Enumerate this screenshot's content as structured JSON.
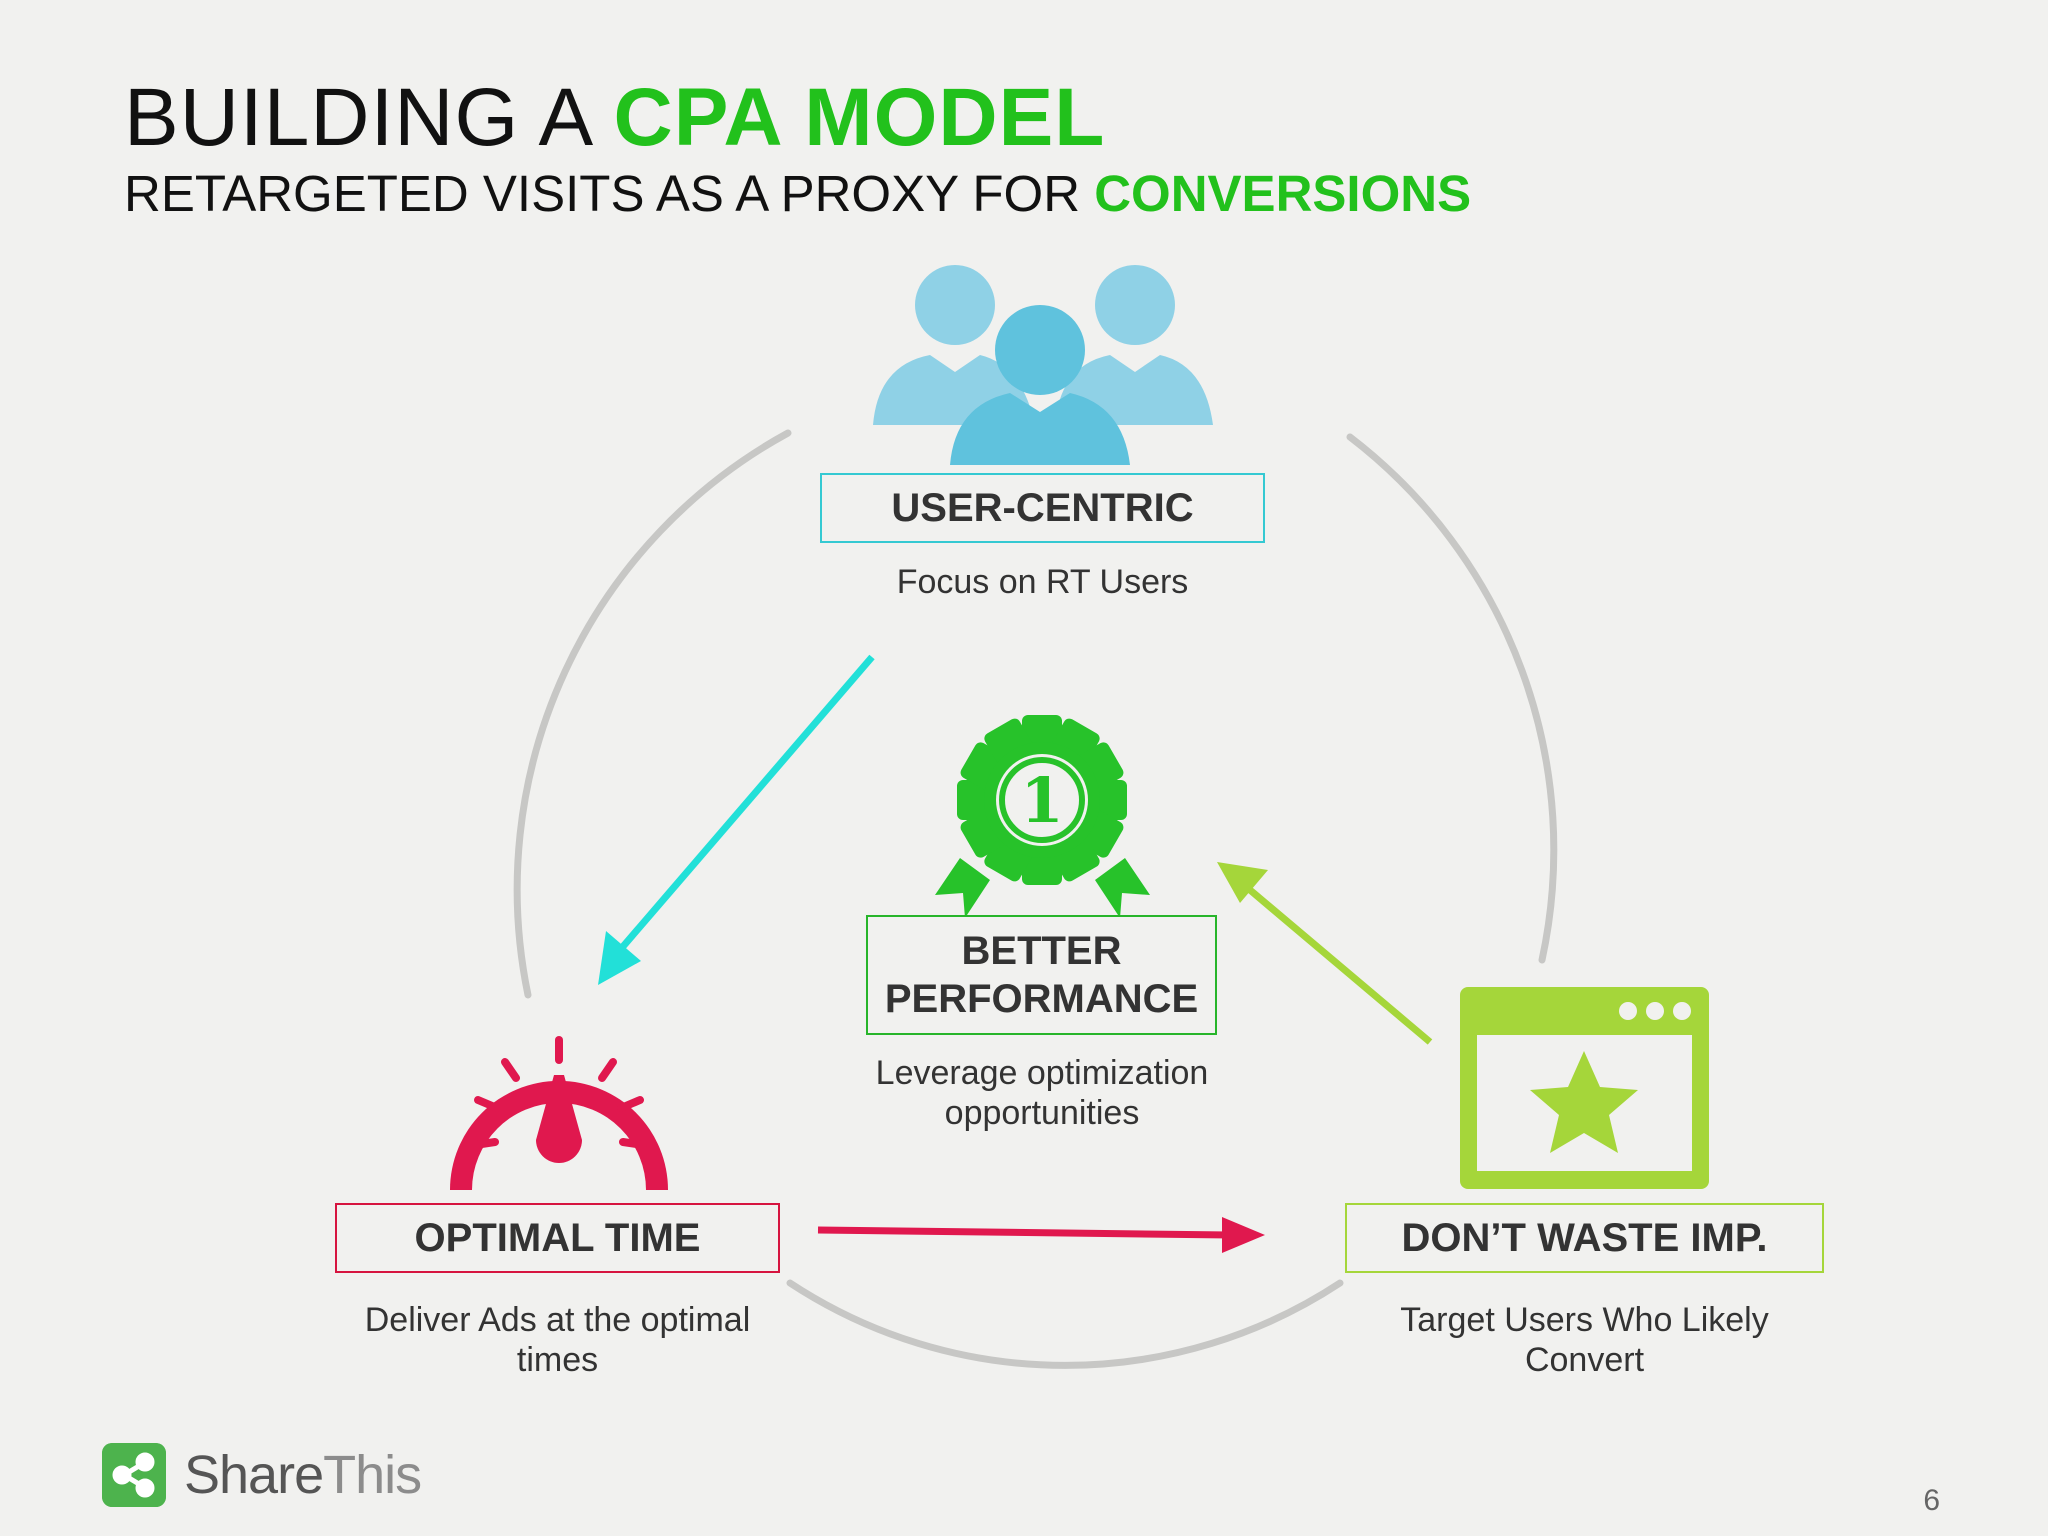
{
  "title": {
    "prefix": "BUILDING A ",
    "highlight": "CPA MODEL"
  },
  "subtitle": {
    "prefix": "RETARGETED VISITS AS A PROXY FOR ",
    "highlight": "CONVERSIONS"
  },
  "nodes": {
    "user_centric": {
      "label": "USER-CENTRIC",
      "description": "Focus on RT Users",
      "color": "#35c9d2"
    },
    "better_performance": {
      "label_line1": "BETTER",
      "label_line2": "PERFORMANCE",
      "description_line1": "Leverage optimization",
      "description_line2": "opportunities",
      "color": "#27b52a",
      "badge_number": "1"
    },
    "optimal_time": {
      "label": "OPTIMAL TIME",
      "description_line1": "Deliver Ads at the optimal",
      "description_line2": "times",
      "color": "#d6143f"
    },
    "dont_waste": {
      "label": "DON’T WASTE IMP.",
      "description_line1": "Target Users Who Likely",
      "description_line2": "Convert",
      "color": "#a5d63a"
    }
  },
  "arrows": [
    {
      "from": "user_centric",
      "to": "optimal_time",
      "color": "#22e0d8"
    },
    {
      "from": "optimal_time",
      "to": "dont_waste",
      "color": "#e0184e"
    },
    {
      "from": "dont_waste",
      "to": "better_performance",
      "color": "#a5d63a"
    }
  ],
  "footer": {
    "logo_share": "Share",
    "logo_this": "This",
    "page_number": "6"
  }
}
